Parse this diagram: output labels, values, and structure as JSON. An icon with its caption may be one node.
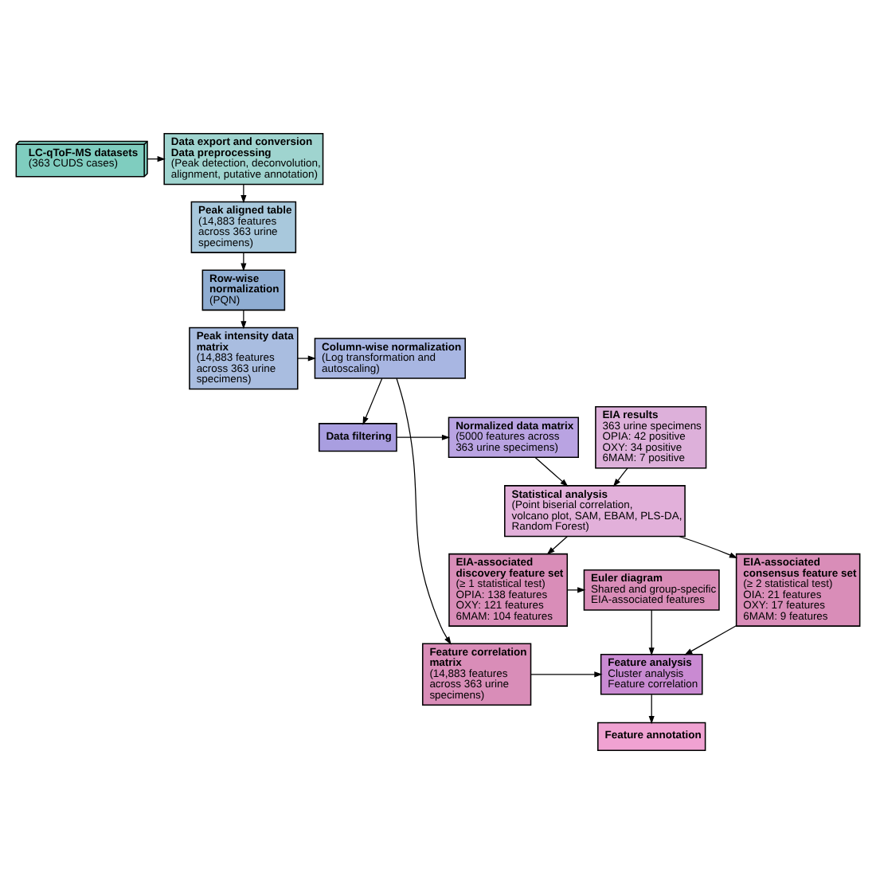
{
  "diagram": {
    "nodes": [
      {
        "text": [
          "LC-qToF-MS datasets",
          "(363 CUDS cases)"
        ]
      },
      {
        "text": [
          "Data export and conversion",
          "Data preprocessing",
          "(Peak detection, deconvolution, alignment, putative annotation)"
        ]
      },
      {
        "text": [
          "Peak aligned table",
          "(14,883 features across 363 urine specimens)"
        ]
      },
      {
        "text": [
          "Row-wise normalization",
          "(PQN)"
        ]
      },
      {
        "text": [
          "Peak intensity data matrix",
          "(14,883 features across 363 urine specimens)"
        ]
      },
      {
        "text": [
          "Column-wise normalization",
          "(Log transformation and autoscaling)"
        ]
      },
      {
        "text": [
          "Data filtering"
        ]
      },
      {
        "text": [
          "EIA results",
          "363 urine specimens",
          "OPIA: 42 positive",
          "OXY: 34 positive",
          "6MAM: 7 positive"
        ]
      },
      {
        "text": [
          "Normalized data matrix",
          "(5000 features across 363 urine specimens)"
        ]
      },
      {
        "text": [
          "Statistical analysis",
          "(Point biserial correlation, volcano plot, SAM, EBAM, PLS-DA, Random Forest)"
        ]
      },
      {
        "text": [
          "EIA-associated discovery feature set",
          "(≥ 1 statistical test)",
          "OPIA: 138 features",
          "OXY: 121 features",
          "6MAM: 104 features"
        ]
      },
      {
        "text": [
          "EIA-associated consensus feature set",
          "(≥ 2 statistical test)",
          "OIA: 21 features",
          "OXY: 17 features",
          "6MAM: 9 features"
        ]
      },
      {
        "text": [
          "Euler diagram",
          "Shared and group-specific EIA-associated features"
        ]
      },
      {
        "text": [
          "Feature correlation matrix",
          "(14,883 features across 363 urine specimens)"
        ]
      },
      {
        "text": [
          "Feature analysis",
          "Cluster analysis",
          "Feature correlation"
        ]
      },
      {
        "text": [
          "Feature annotation"
        ]
      }
    ],
    "edges": [
      {
        "from": 0,
        "to": 1,
        "arrow": "to"
      },
      {
        "from": 1,
        "to": 2,
        "arrow": "to"
      },
      {
        "from": 2,
        "to": 3,
        "arrow": "to"
      },
      {
        "from": 3,
        "to": 4,
        "arrow": "to"
      },
      {
        "from": 4,
        "to": 5,
        "arrow": "to"
      },
      {
        "from": 5,
        "to": 6,
        "arrow": "to"
      },
      {
        "from": 5,
        "to": 13,
        "arrow": "to"
      },
      {
        "from": 6,
        "to": 8,
        "arrow": "to"
      },
      {
        "from": 8,
        "to": 9,
        "arrow": "to"
      },
      {
        "from": 7,
        "to": 9,
        "arrow": "to"
      },
      {
        "from": 9,
        "to": 10,
        "arrow": "to"
      },
      {
        "from": 9,
        "to": 11,
        "arrow": "to"
      },
      {
        "from": 10,
        "to": 12,
        "arrow": "to"
      },
      {
        "from": 12,
        "to": 14,
        "arrow": "to"
      },
      {
        "from": 11,
        "to": 14,
        "arrow": "to"
      },
      {
        "from": 13,
        "to": 14,
        "arrow": "to"
      },
      {
        "from": 14,
        "to": 15,
        "arrow": "to"
      }
    ]
  }
}
